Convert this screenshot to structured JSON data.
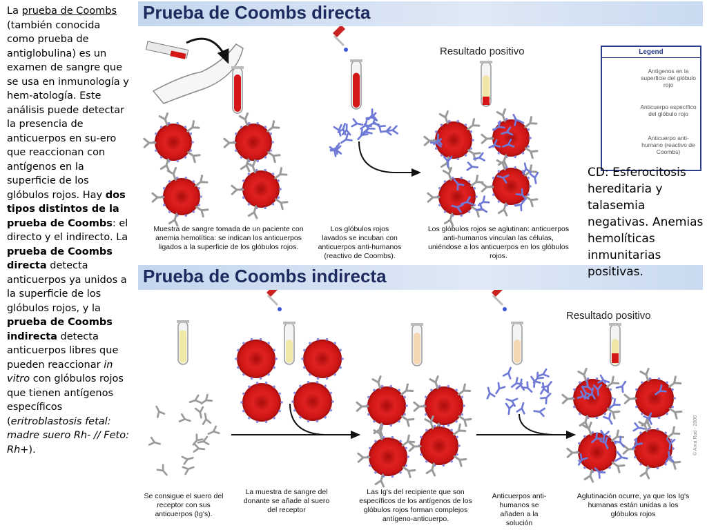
{
  "left_text": {
    "p1_a": "La ",
    "p1_link": "prueba de Coombs",
    "p1_b": " (también conocida como prueba de antiglobulina) es un examen de sangre que se usa en inmunología y hem-atología. Este análisis puede detectar la presencia de anticuerpos en su-ero que reaccionan con antígenos en la superficie de los glóbulos rojos. Hay ",
    "p1_bold1": "dos tipos distintos de la prueba de Coombs",
    "p1_c": ": el directo y el indirecto. La ",
    "p1_bold2": "prueba de Coombs directa",
    "p1_d": " detecta anticuerpos ya unidos a la superficie de los glóbulos rojos, y la ",
    "p1_bold3": "prueba de Coombs indirecta",
    "p1_e": " detecta anticuerpos libres que pueden reaccionar ",
    "p1_italic": "in vitro",
    "p1_f": " con glóbulos rojos que tienen antígenos específicos (",
    "p1_italic2": "eritroblastosis fetal: madre suero Rh- // Feto: Rh+",
    "p1_g": ")."
  },
  "direct": {
    "title": "Prueba de Coombs directa",
    "result": "Resultado positivo",
    "caption1": "Muestra de sangre tomada de un paciente con anemia hemolítica: se indican los anticuerpos ligados a la superficie de los glóbulos rojos.",
    "caption2": "Los glóbulos rojos lavados se incuban con anticuerpos anti-humanos (reactivo de Coombs).",
    "caption3": "Los glóbulos rojos se aglutinan: anticuerpos anti-humanos vinculan las células, uniéndose a los anticuerpos en los glóbulos rojos."
  },
  "indirect": {
    "title": "Prueba de Coombs indirecta",
    "result": "Resultado positivo",
    "caption1": "Se consigue el suero del receptor con sus anticuerpos (Ig's).",
    "caption2": "La muestra de sangre del donante se añade al suero del receptor",
    "caption3": "Las Ig's del recipiente que son específicos de los antígenos de los glóbulos rojos forman complejos antígeno-anticuerpo.",
    "caption4": "Anticuerpos anti-humanos se añaden a la solución",
    "caption5": "Aglutinación ocurre, ya que los Ig's humanas están unidas a los glóbulos rojos"
  },
  "legend": {
    "title": "Legend",
    "item1": "Antígenos en la superficie del glóbulo rojo",
    "item2": "Anticuerpo específico del glóbulo rojo",
    "item3": "Anticuerpo anti-humano (reactivo de Coombs)"
  },
  "note": "CD: Esferocitosis hereditaria y talasemia negativas. Anemias hemolíticas inmunitarias positivas.",
  "copyright": "© Anra Rad - 2006",
  "colors": {
    "rbc": "#d41818",
    "antibody_gray": "#9a9a9a",
    "antibody_blue": "#6f79d6",
    "title_text": "#1c2a5e",
    "legend_border": "#2b3d8a"
  }
}
